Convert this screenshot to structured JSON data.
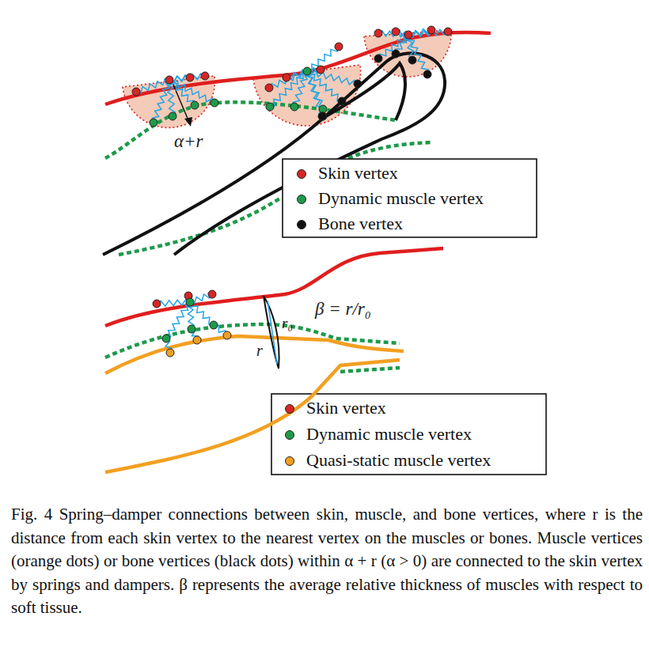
{
  "diagram": {
    "caption": "Fig. 4 Spring–damper connections between skin, muscle, and bone vertices, where r is the distance from each skin vertex to the nearest vertex on the muscles or bones. Muscle vertices (orange dots) or bone vertices (black dots) within α + r (α > 0) are connected to the skin vertex by springs and dampers. β represents the average relative thickness of muscles with respect to soft tissue.",
    "labels": [
      "α+r",
      "β = r/r₀",
      "r₀",
      "r"
    ],
    "legend": [
      {
        "text": "Skin vertex",
        "color": "#d62626"
      },
      {
        "text": "Dynamic muscle vertex",
        "color": "#1e9a4a"
      },
      {
        "text": "Bone vertex",
        "color": "#111111"
      },
      {
        "text": "Skin vertex",
        "color": "#d62626"
      },
      {
        "text": "Dynamic muscle vertex",
        "color": "#1e9a4a"
      },
      {
        "text": "Quasi-static muscle vertex",
        "color": "#f2a022"
      }
    ]
  }
}
